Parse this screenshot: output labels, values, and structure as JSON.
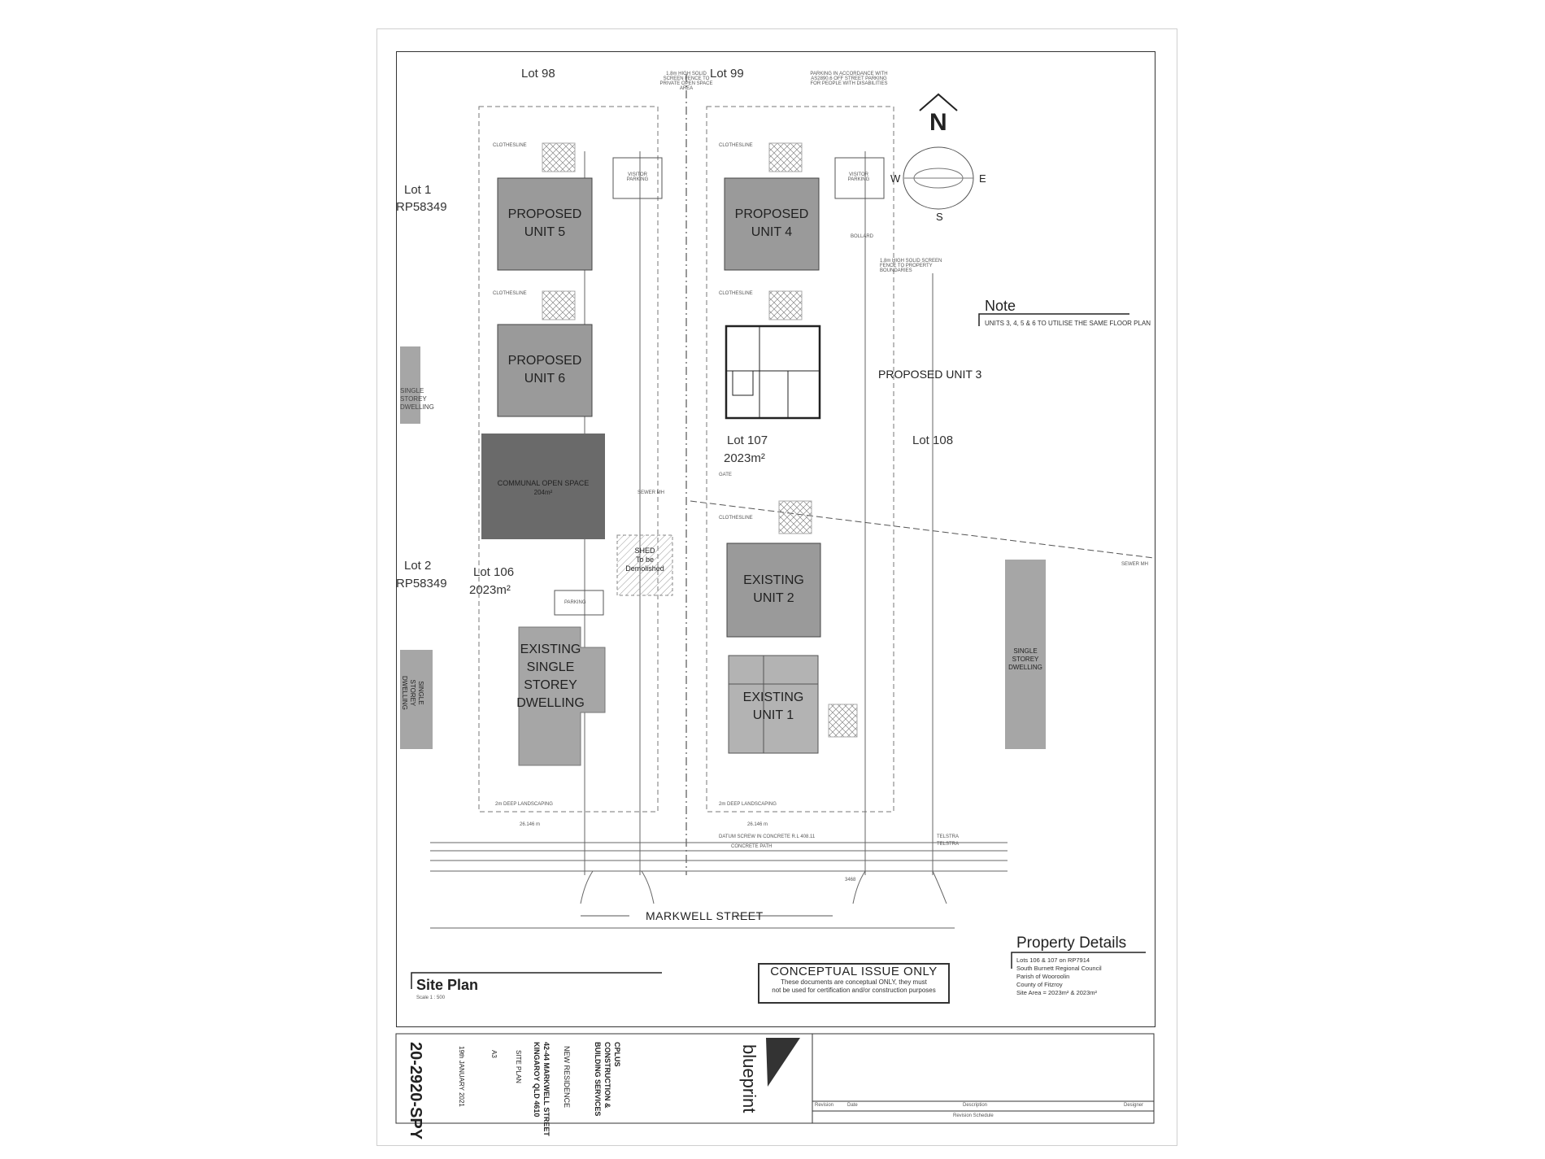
{
  "compass": {
    "north": "N",
    "west": "W",
    "east": "E",
    "south": "S"
  },
  "lots": {
    "lot98": "Lot 98",
    "lot99": "Lot 99",
    "lot1": "Lot 1",
    "lot1_rp": "RP58349",
    "lot2": "Lot 2",
    "lot2_rp": "RP58349",
    "lot106": "Lot 106",
    "lot106_area": "2023m²",
    "lot107": "Lot 107",
    "lot107_area": "2023m²",
    "lot108": "Lot 108"
  },
  "units": {
    "unit5": [
      "PROPOSED",
      "UNIT 5"
    ],
    "unit4": [
      "PROPOSED",
      "UNIT 4"
    ],
    "unit6": [
      "PROPOSED",
      "UNIT 6"
    ],
    "unit3": "PROPOSED UNIT 3",
    "unit2": [
      "EXISTING",
      "UNIT 2"
    ],
    "unit1": [
      "EXISTING",
      "UNIT 1"
    ],
    "existing_dwelling": [
      "EXISTING",
      "SINGLE",
      "STOREY",
      "DWELLING"
    ]
  },
  "neighbours": {
    "left_top": [
      "SINGLE",
      "STOREY",
      "DWELLING"
    ],
    "left_bottom": [
      "SINGLE",
      "STOREY",
      "DWELLING"
    ],
    "right": [
      "SINGLE",
      "STOREY",
      "DWELLING"
    ]
  },
  "annotations": {
    "communal": "COMMUNAL OPEN SPACE",
    "communal_area": "204m²",
    "shed": [
      "SHED",
      "To be",
      "Demolished"
    ],
    "parking": "PARKING",
    "visitor_parking": "VISITOR PARKING",
    "clothesline": "CLOTHESLINE",
    "bollard": "BOLLARD",
    "gate": "GATE",
    "landscaping": "2m DEEP LANDSCAPING",
    "fence_note_top": "1.8m HIGH SOLID SCREEN FENCE TO PRIVATE OPEN SPACE AREA",
    "parking_note": "PARKING IN ACCORDANCE WITH AS2890.6 OFF STREET PARKING FOR PEOPLE WITH DISABILITIES",
    "fence_note_right": "1.8m HIGH SOLID SCREEN FENCE TO PROPERTY BOUNDARIES",
    "sewer": "SEWER MH",
    "telstra": "TELSTRA",
    "concrete_path": "CONCRETE PATH",
    "kerb": "DATUM SCREW IN CONCRETE R.L 408.11",
    "dim_3468": "3468",
    "frontage_a": "26.146 m",
    "frontage_b": "26.146 m"
  },
  "street": "MARKWELL STREET",
  "note": {
    "title": "Note",
    "body": "UNITS 3, 4, 5 & 6 TO UTILISE THE SAME FLOOR PLAN"
  },
  "site_plan": {
    "title": "Site Plan",
    "scale": "Scale 1 : 500"
  },
  "conceptual": {
    "title": "CONCEPTUAL ISSUE ONLY",
    "line1": "These documents are conceptual ONLY, they must",
    "line2": "not be used for certification and/or construction purposes"
  },
  "property_details": {
    "title": "Property Details",
    "lines": [
      "Lots 106 & 107 on RP7914",
      "South Burnett Regional Council",
      "Parish of Wooroolin",
      "County of Fitzroy",
      "Site Area = 2023m² & 2023m²"
    ]
  },
  "title_block": {
    "drawing_no": "20-2920-SPY",
    "client_1": "CPLUS",
    "client_2": "CONSTRUCTION &",
    "client_3": "BUILDING SERVICES",
    "project": "NEW RESIDENCE",
    "address_1": "42-44 MARKWELL STREET",
    "address_2": "KINGAROY QLD 4610",
    "sheet": "SITE PLAN",
    "date": "19th JANUARY 2021",
    "size": "A3",
    "brand": "blueprint",
    "revision_headers": [
      "Revision",
      "Date",
      "Description",
      "Designer"
    ],
    "revision_schedule": "Revision Schedule"
  }
}
